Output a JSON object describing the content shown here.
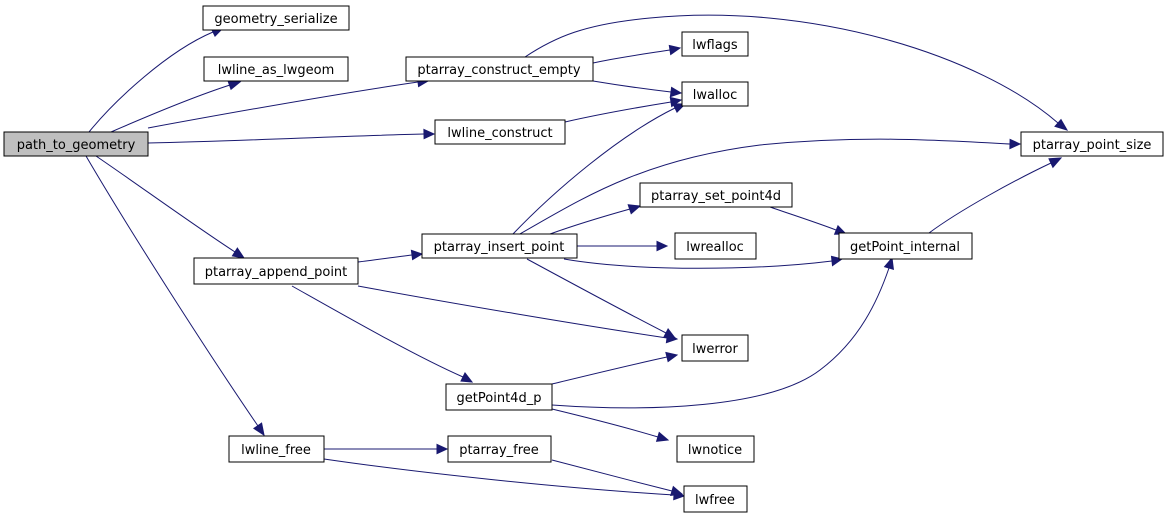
{
  "graph": {
    "nodes": {
      "path_to_geometry": "path_to_geometry",
      "geometry_serialize": "geometry_serialize",
      "lwline_as_lwgeom": "lwline_as_lwgeom",
      "ptarray_construct_empty": "ptarray_construct_empty",
      "lwline_construct": "lwline_construct",
      "lwflags": "lwflags",
      "lwalloc": "lwalloc",
      "ptarray_point_size": "ptarray_point_size",
      "ptarray_set_point4d": "ptarray_set_point4d",
      "ptarray_insert_point": "ptarray_insert_point",
      "ptarray_append_point": "ptarray_append_point",
      "lwrealloc": "lwrealloc",
      "getPoint_internal": "getPoint_internal",
      "lwerror": "lwerror",
      "getPoint4d_p": "getPoint4d_p",
      "lwnotice": "lwnotice",
      "lwline_free": "lwline_free",
      "ptarray_free": "ptarray_free",
      "lwfree": "lwfree"
    },
    "colors": {
      "edge": "#191970",
      "root_fill": "#bfbfbf",
      "node_fill": "#ffffff",
      "node_border": "#000000"
    }
  }
}
